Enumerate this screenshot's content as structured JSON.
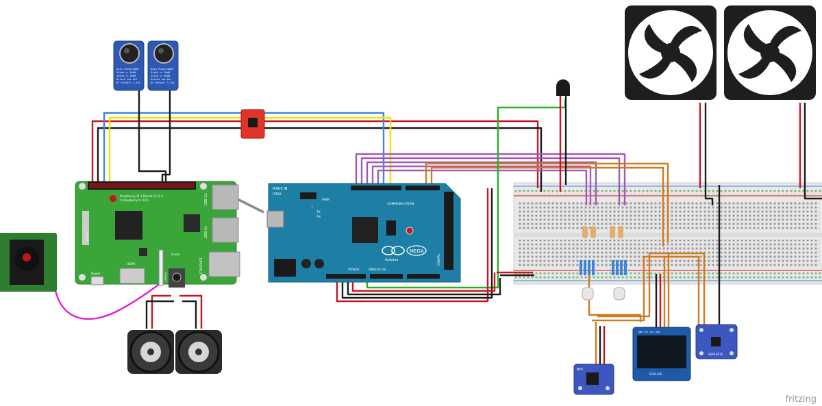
{
  "brand": "fritzing",
  "colors": {
    "wire_red": "#c8141e",
    "wire_black": "#1a1a1a",
    "wire_blue": "#3f86d8",
    "wire_yellow": "#f2e000",
    "wire_purple": "#a05ab4",
    "wire_orange": "#d27a1e",
    "wire_green": "#23b223",
    "wire_magenta": "#e01ed2",
    "rpi_board": "#3aa63a",
    "arduino_board": "#1d7fa5",
    "breadboard": "#ececec"
  },
  "raspberry_pi": {
    "title": "Raspberry Pi 3 Model B v1.2",
    "copyright": "© Raspberry Pi 2015",
    "usb_a": "USB 2x",
    "usb_b": "USB 2x",
    "ethernet": "ETHERNET",
    "hdmi": "HDMI",
    "power": "Power",
    "audio": "Audio",
    "display": "DISPLAY",
    "camera": "CAMERA"
  },
  "arduino": {
    "made_in": "MADE IN",
    "country": "ITALY",
    "communication": "COMMUNICATION",
    "power": "POWER",
    "analog_in": "ANALOG IN",
    "digital": "DIGITAL",
    "brand": "Arduino",
    "model": "MEGA",
    "tx": "TX",
    "rx": "RX",
    "pwm": "PWM",
    "l": "L"
  },
  "microphones": [
    {
      "lines": [
        "Gain Float=40dB",
        "3=Vdd => 50dB",
        "3=Gnd => 60dB",
        "Attack 1ms Rel",
        "DC Offset: 1.25V"
      ]
    },
    {
      "lines": [
        "Gain Float=40dB",
        "3=Vdd => 50dB",
        "3=Gnd => 60dB",
        "Attack 1ms Rel",
        "DC Offset: 1.25V"
      ]
    }
  ],
  "oled": {
    "label": "SSD1306",
    "pins": "GND VCC SCL SDA"
  },
  "sensor": {
    "label": "VEML6070"
  },
  "gyro": {
    "label": "MPU"
  }
}
